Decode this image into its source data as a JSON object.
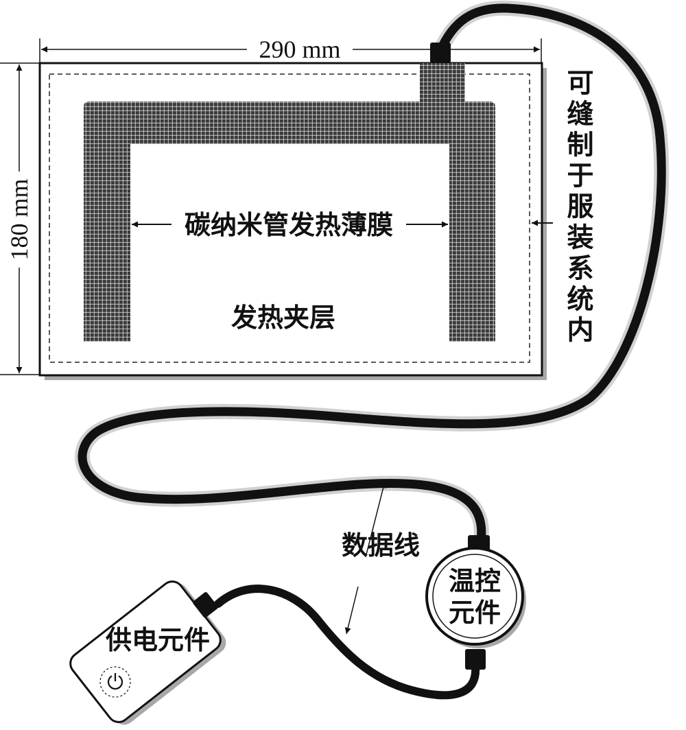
{
  "dimensions": {
    "width_label": "290 mm",
    "height_label": "180 mm"
  },
  "film_label": "碳纳米管发热薄膜",
  "layer_label": "发热夹层",
  "side_note": "可缝制于服装系统内",
  "cable_label": "数据线",
  "temp_control": {
    "line1": "温控",
    "line2": "元件"
  },
  "power_unit": {
    "label": "供电元件",
    "icon": "power-icon"
  },
  "colors": {
    "film": "#3a3a3a",
    "cable": "#111111",
    "shadow": "#a8a8a8"
  }
}
